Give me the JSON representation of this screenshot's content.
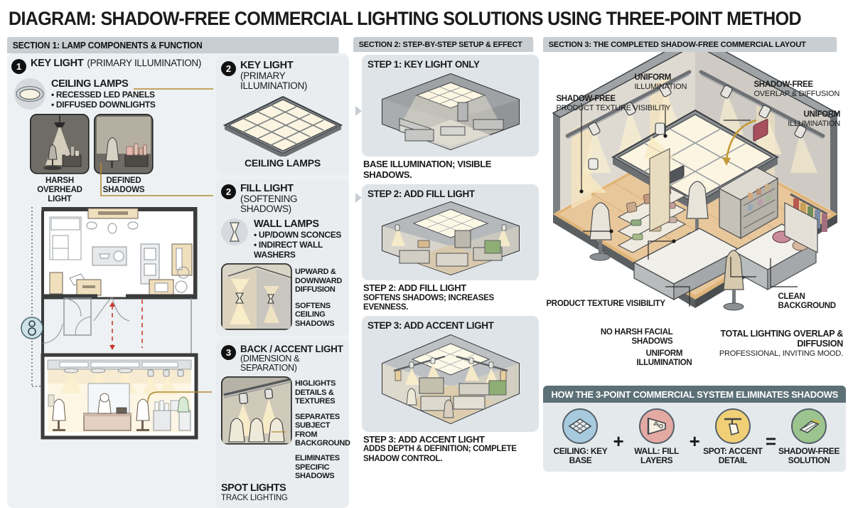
{
  "title": "DIAGRAM: SHADOW-FREE COMMERCIAL LIGHTING SOLUTIONS USING THREE-POINT METHOD",
  "sections": {
    "one": {
      "header": "SECTION 1: LAMP COMPONENTS & FUNCTION"
    },
    "two": {
      "header": "SECTION 2: STEP-BY-STEP SETUP & EFFECT"
    },
    "three": {
      "header": "SECTION 3: THE COMPLETED SHADOW-FREE COMMERCIAL LAYOUT"
    }
  },
  "section1": {
    "key_light": {
      "number": "1",
      "title": "KEY LIGHT",
      "subtitle": "(PRIMARY ILLUMINATION)",
      "lamp_name": "CEILING LAMPS",
      "bullets": [
        "• RECESSED LED PANELS",
        "• DIFFUSED DOWNLIGHTS"
      ],
      "thumb_caption_left": "HARSH OVERHEAD LIGHT",
      "thumb_caption_right": "DEFINED SHADOWS"
    },
    "key_light_panel": {
      "number": "2",
      "title": "KEY LIGHT",
      "subtitle": "(PRIMARY ILLUMINATION)",
      "caption": "CEILING LAMPS"
    },
    "fill_light_panel": {
      "number": "2",
      "title": "FILL LIGHT",
      "subtitle": "(SOFTENING SHADOWS)",
      "lamp_name": "WALL LAMPS",
      "bullets": [
        "• UP/DOWN SCONCES",
        "• INDIRECT WALL WASHERS"
      ],
      "callouts": [
        "UPWARD & DOWNWARD DIFFUSION",
        "SOFTENS CEILING SHADOWS"
      ]
    },
    "accent_light_panel": {
      "number": "3",
      "title": "BACK / ACCENT LIGHT",
      "subtitle": "(DIMENSION & SEPARATION)",
      "caption_main": "SPOT LIGHTS",
      "caption_sub": "TRACK LIGHTING",
      "callouts": [
        "HIGLIGHTS DETAILS & TEXTURES",
        "SEPARATES SUBJECT FROM BACKGROUND",
        "ELIMINATES SPECIFIC SHADOWS"
      ]
    }
  },
  "section2": {
    "steps": [
      {
        "title": "STEP 1: KEY LIGHT ONLY",
        "caption_bold": "",
        "caption_norm": "BASE ILLUMINATION; VISIBLE SHADOWS."
      },
      {
        "title": "STEP 2: ADD FILL LIGHT",
        "caption_bold": "STEP 2: ADD FILL LIGHT",
        "caption_norm": "SOFTENS SHADOWS; INCREASES EVENNESS."
      },
      {
        "title": "STEP 3: ADD ACCENT LIGHT",
        "caption_bold": "STEP 3: ADD ACCENT LIGHT",
        "caption_norm": "ADDS DEPTH & DEFINITION; COMPLETE SHADOW CONTROL."
      }
    ]
  },
  "section3": {
    "labels": [
      {
        "bold": "SHADOW-FREE",
        "normal": "PRODUCT TEXTURE VISIBILITY"
      },
      {
        "bold": "UNIFORM",
        "normal": "ILLUMINATION"
      },
      {
        "bold": "SHADOW-FREE",
        "normal": "OVERLAP & DIFFUSION"
      },
      {
        "bold": "UNIFORM",
        "normal": "ILLUMINATION"
      },
      {
        "bold": "PRODUCT TEXTURE VISIBILITY",
        "normal": ""
      },
      {
        "bold": "NO HARSH FACIAL SHADOWS",
        "normal": ""
      },
      {
        "bold": "UNIFORM ILLUMINATION",
        "normal": ""
      },
      {
        "bold": "CLEAN BACKGROUND",
        "normal": ""
      },
      {
        "bold": "TOTAL LIGHTING OVERLAP & DIFFUSION",
        "normal": "PROFESSIONAL, INVITING MOOD."
      }
    ],
    "legend": {
      "header": "HOW THE 3-POINT COMMERCIAL SYSTEM ELIMINATES SHADOWS",
      "items": [
        {
          "icon": "ceiling-panel-icon",
          "label": "CEILING: KEY BASE",
          "color": "#a8cade"
        },
        {
          "op": "+"
        },
        {
          "icon": "wall-sconce-icon",
          "label": "WALL: FILL LAYERS",
          "color": "#e4a9a3"
        },
        {
          "op": "+"
        },
        {
          "icon": "spot-light-icon",
          "label": "SPOT: ACCENT DETAIL",
          "color": "#f0cf76"
        },
        {
          "op": "="
        },
        {
          "icon": "shadow-free-icon",
          "label": "SHADOW-FREE SOLUTION",
          "color": "#9bc48f"
        }
      ]
    }
  },
  "colors": {
    "section_header_bg": "#c9ced2",
    "card_bg": "#e9edef",
    "step_card_bg": "#dfe4e8",
    "legend_header_bg": "#5d7078",
    "legend_body_bg": "#e4e9ec",
    "leader_line": "#b08a33",
    "warm_light": "#f6edd3"
  }
}
